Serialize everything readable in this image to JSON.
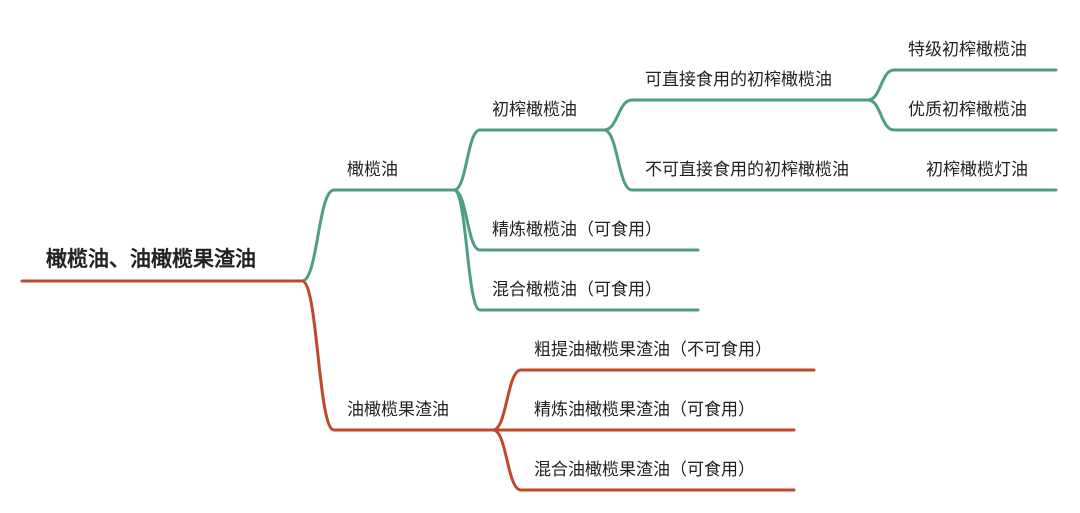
{
  "colors": {
    "green": "#4f9e84",
    "red": "#c0492a",
    "text": "#222222"
  },
  "mindmap": {
    "root": "橄榄油、油橄榄果渣油",
    "olive_oil": {
      "label": "橄榄油",
      "virgin": {
        "label": "初榨橄榄油",
        "edible": {
          "label": "可直接食用的初榨橄榄油",
          "extra_virgin": "特级初榨橄榄油",
          "fine_virgin": "优质初榨橄榄油"
        },
        "non_edible": {
          "label": "不可直接食用的初榨橄榄油",
          "lampante": "初榨橄榄灯油"
        }
      },
      "refined": "精炼橄榄油（可食用）",
      "blended": "混合橄榄油（可食用）"
    },
    "pomace_oil": {
      "label": "油橄榄果渣油",
      "crude": "粗提油橄榄果渣油（不可食用）",
      "refined": "精炼油橄榄果渣油（可食用）",
      "blended": "混合油橄榄果渣油（可食用）"
    }
  }
}
